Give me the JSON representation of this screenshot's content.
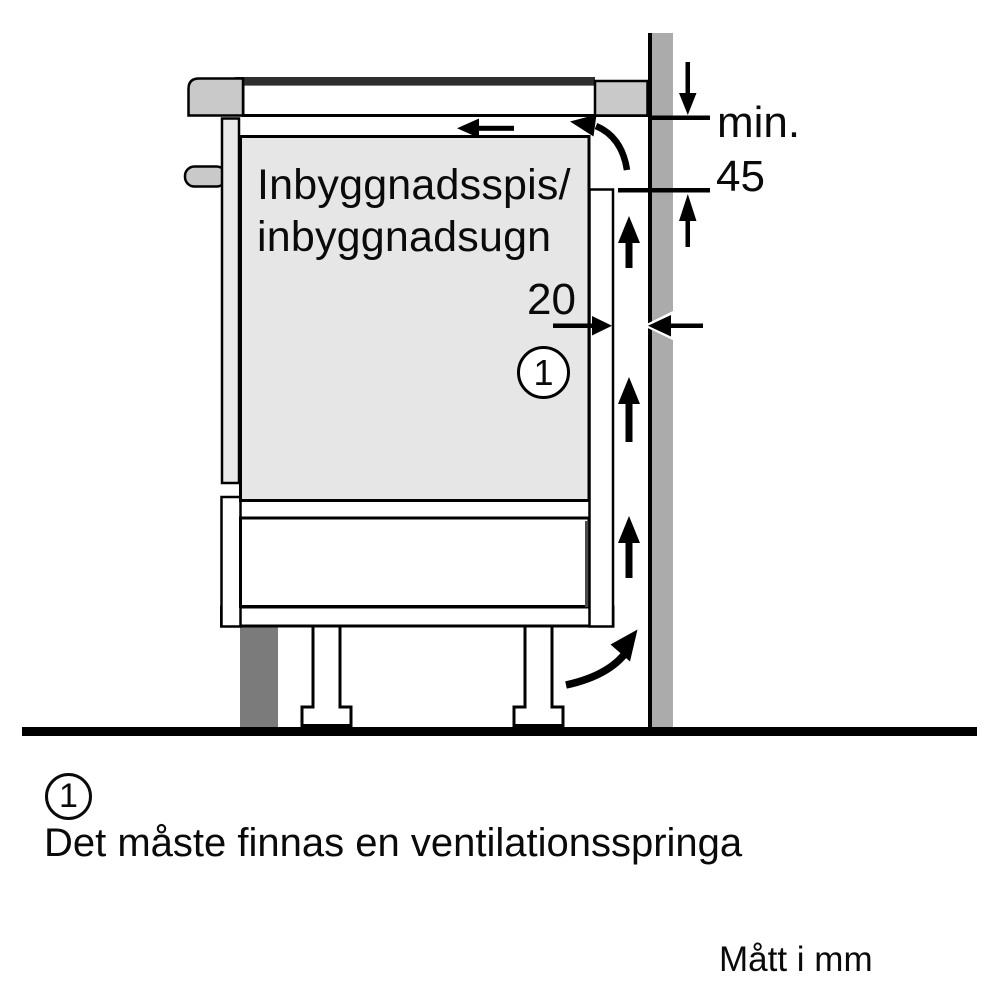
{
  "colors": {
    "background": "#ffffff",
    "line": "#000000",
    "wall": "#ababab",
    "fixture": "#c9c9c9",
    "appliance_fill": "#e6e6e6",
    "door_fill": "#e9e9e9",
    "glass_top": "#2e2e2e",
    "plinth": "#7b7b7b",
    "drawer_shadow": "#4a4a4a",
    "white": "#ffffff"
  },
  "diagram": {
    "appliance_label": {
      "line1": "Inbyggnadsspis/",
      "line2": "inbyggnadsugn"
    },
    "top_clearance": {
      "label": "min.",
      "value": "45"
    },
    "vent_gap": {
      "value": "20"
    },
    "callout_number": "1"
  },
  "legend": {
    "number": "1",
    "caption": "Det måste finnas en ventilationsspringa"
  },
  "footer": {
    "units_note": "Mått i mm"
  }
}
